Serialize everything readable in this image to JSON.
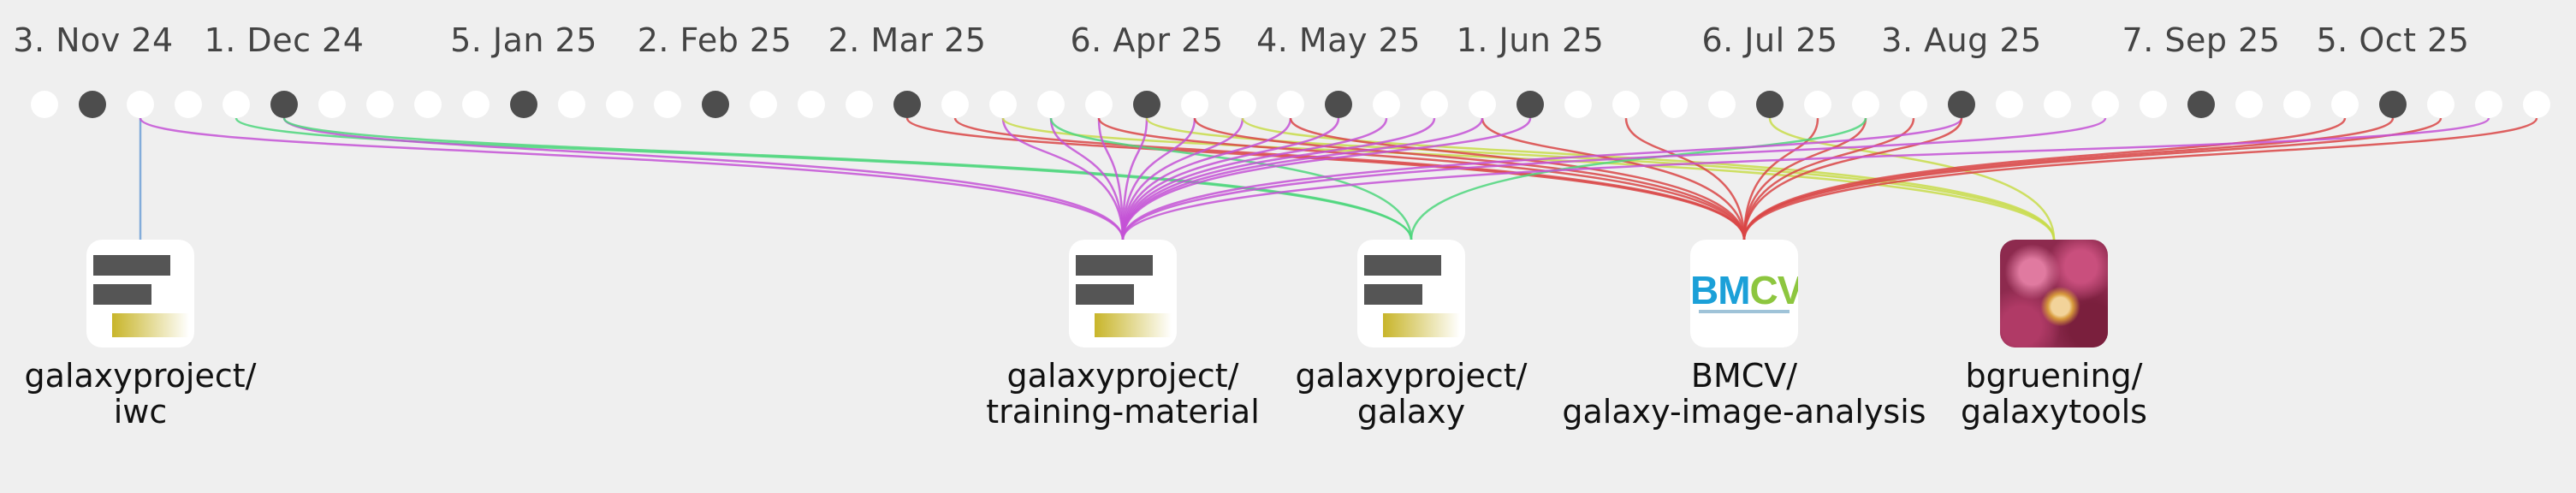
{
  "timeline": {
    "date_labels": [
      "3. Nov 24",
      "1. Dec 24",
      "5. Jan 25",
      "2. Feb 25",
      "2. Mar 25",
      "6. Apr 25",
      "4. May 25",
      "1. Jun 25",
      "6. Jul 25",
      "3. Aug 25",
      "7. Sep 25",
      "5. Oct 25"
    ],
    "week_count": 53,
    "active_weeks": [
      1,
      5,
      10,
      14,
      18,
      23,
      27,
      31,
      36,
      40,
      45,
      49
    ]
  },
  "repositories": [
    {
      "id": "iwc",
      "owner": "galaxyproject/",
      "name": "iwc",
      "icon": "galaxy-logo-icon"
    },
    {
      "id": "training",
      "owner": "galaxyproject/",
      "name": "training-material",
      "icon": "galaxy-logo-icon"
    },
    {
      "id": "galaxy",
      "owner": "galaxyproject/",
      "name": "galaxy",
      "icon": "galaxy-logo-icon"
    },
    {
      "id": "bmcv",
      "owner": "BMCV/",
      "name": "galaxy-image-analysis",
      "icon": "bmcv-logo-icon",
      "logo_text_left": "BM",
      "logo_text_right": "CV"
    },
    {
      "id": "bgruening",
      "owner": "bgruening/",
      "name": "galaxytools",
      "icon": "orchid-photo-icon"
    }
  ],
  "colors": {
    "background": "#efefef",
    "active_week": "#4d4d4d",
    "inactive_week": "#ffffff",
    "iwc": "#6fa0d6",
    "training": "#c452d6",
    "galaxy": "#4ed67d",
    "bmcv": "#d94545",
    "bgruening": "#c8dc4a"
  },
  "connections": [
    {
      "week": 2,
      "repo": "iwc",
      "color_key": "iwc"
    },
    {
      "week": 2,
      "repo": "training",
      "color_key": "training"
    },
    {
      "week": 4,
      "repo": "galaxy",
      "color_key": "galaxy"
    },
    {
      "week": 5,
      "repo": "training",
      "color_key": "training"
    },
    {
      "week": 5,
      "repo": "galaxy",
      "color_key": "galaxy"
    },
    {
      "week": 18,
      "repo": "bmcv",
      "color_key": "bmcv"
    },
    {
      "week": 19,
      "repo": "bmcv",
      "color_key": "bmcv"
    },
    {
      "week": 20,
      "repo": "training",
      "color_key": "training"
    },
    {
      "week": 20,
      "repo": "bgruening",
      "color_key": "bgruening"
    },
    {
      "week": 21,
      "repo": "training",
      "color_key": "training"
    },
    {
      "week": 21,
      "repo": "galaxy",
      "color_key": "galaxy"
    },
    {
      "week": 22,
      "repo": "training",
      "color_key": "training"
    },
    {
      "week": 22,
      "repo": "bmcv",
      "color_key": "bmcv"
    },
    {
      "week": 23,
      "repo": "training",
      "color_key": "training"
    },
    {
      "week": 23,
      "repo": "bgruening",
      "color_key": "bgruening"
    },
    {
      "week": 24,
      "repo": "training",
      "color_key": "training"
    },
    {
      "week": 24,
      "repo": "bmcv",
      "color_key": "bmcv"
    },
    {
      "week": 25,
      "repo": "training",
      "color_key": "training"
    },
    {
      "week": 25,
      "repo": "bgruening",
      "color_key": "bgruening"
    },
    {
      "week": 26,
      "repo": "training",
      "color_key": "training"
    },
    {
      "week": 26,
      "repo": "bmcv",
      "color_key": "bmcv"
    },
    {
      "week": 27,
      "repo": "training",
      "color_key": "training"
    },
    {
      "week": 28,
      "repo": "training",
      "color_key": "training"
    },
    {
      "week": 29,
      "repo": "training",
      "color_key": "training"
    },
    {
      "week": 30,
      "repo": "bmcv",
      "color_key": "bmcv"
    },
    {
      "week": 30,
      "repo": "training",
      "color_key": "training"
    },
    {
      "week": 31,
      "repo": "training",
      "color_key": "training"
    },
    {
      "week": 33,
      "repo": "bmcv",
      "color_key": "bmcv"
    },
    {
      "week": 36,
      "repo": "bgruening",
      "color_key": "bgruening"
    },
    {
      "week": 37,
      "repo": "bmcv",
      "color_key": "bmcv"
    },
    {
      "week": 38,
      "repo": "bmcv",
      "color_key": "bmcv"
    },
    {
      "week": 38,
      "repo": "galaxy",
      "color_key": "galaxy"
    },
    {
      "week": 39,
      "repo": "bmcv",
      "color_key": "bmcv"
    },
    {
      "week": 40,
      "repo": "training",
      "color_key": "training"
    },
    {
      "week": 40,
      "repo": "bmcv",
      "color_key": "bmcv"
    },
    {
      "week": 43,
      "repo": "training",
      "color_key": "training"
    },
    {
      "week": 48,
      "repo": "bmcv",
      "color_key": "bmcv"
    },
    {
      "week": 49,
      "repo": "bmcv",
      "color_key": "bmcv"
    },
    {
      "week": 50,
      "repo": "bmcv",
      "color_key": "bmcv"
    },
    {
      "week": 51,
      "repo": "training",
      "color_key": "training"
    },
    {
      "week": 52,
      "repo": "bmcv",
      "color_key": "bmcv"
    }
  ]
}
